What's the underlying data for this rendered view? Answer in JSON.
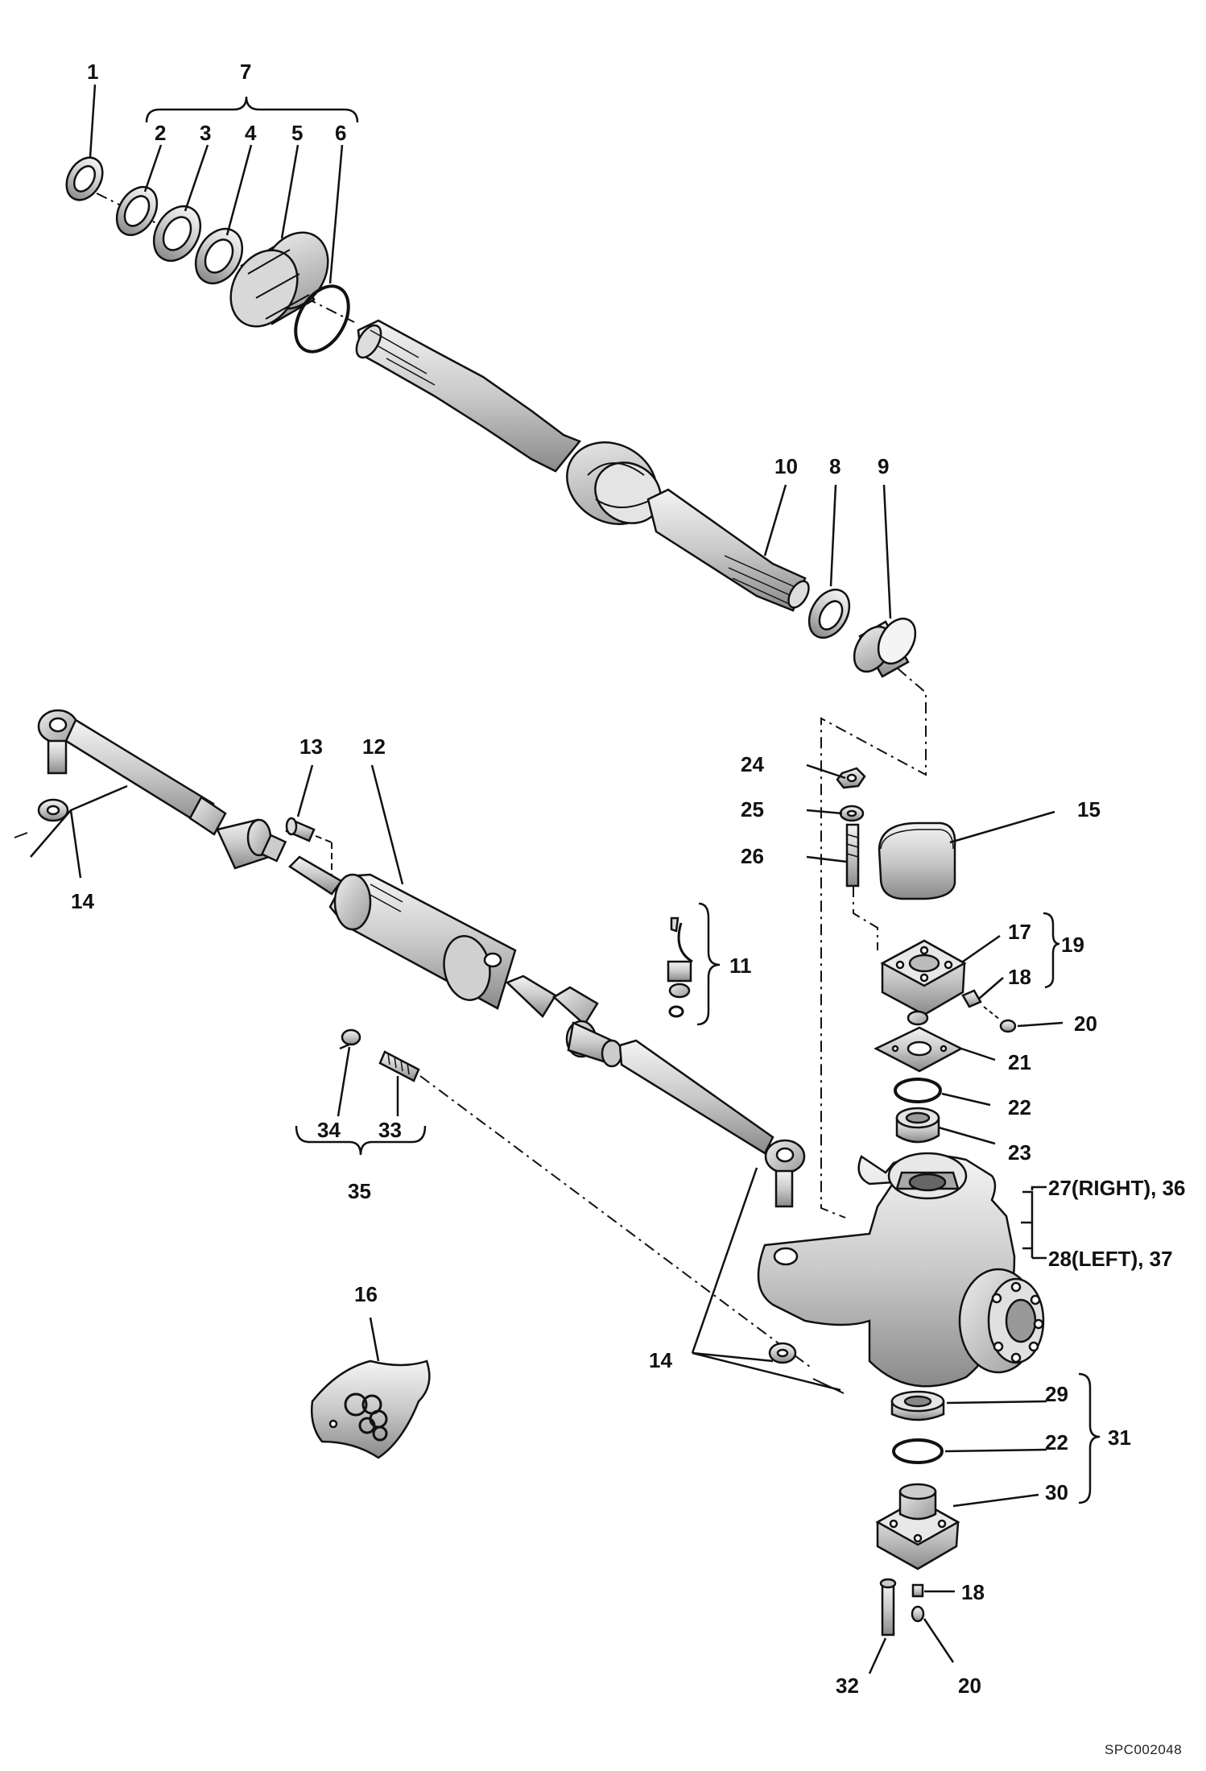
{
  "callouts": {
    "c1": "1",
    "c7": "7",
    "c2": "2",
    "c3": "3",
    "c4": "4",
    "c5": "5",
    "c6": "6",
    "c10": "10",
    "c8": "8",
    "c9": "9",
    "c13": "13",
    "c12": "12",
    "c14a": "14",
    "c14b": "14",
    "c24": "24",
    "c25": "25",
    "c26": "26",
    "c15": "15",
    "c11": "11",
    "c17": "17",
    "c19": "19",
    "c18a": "18",
    "c20a": "20",
    "c21": "21",
    "c22a": "22",
    "c23": "23",
    "c34": "34",
    "c33": "33",
    "c35": "35",
    "c27": "27(RIGHT), 36",
    "c28": "28(LEFT), 37",
    "c16": "16",
    "c29": "29",
    "c22b": "22",
    "c31": "31",
    "c30": "30",
    "c18b": "18",
    "c32": "32",
    "c20b": "20"
  },
  "figure_code": "SPC002048"
}
